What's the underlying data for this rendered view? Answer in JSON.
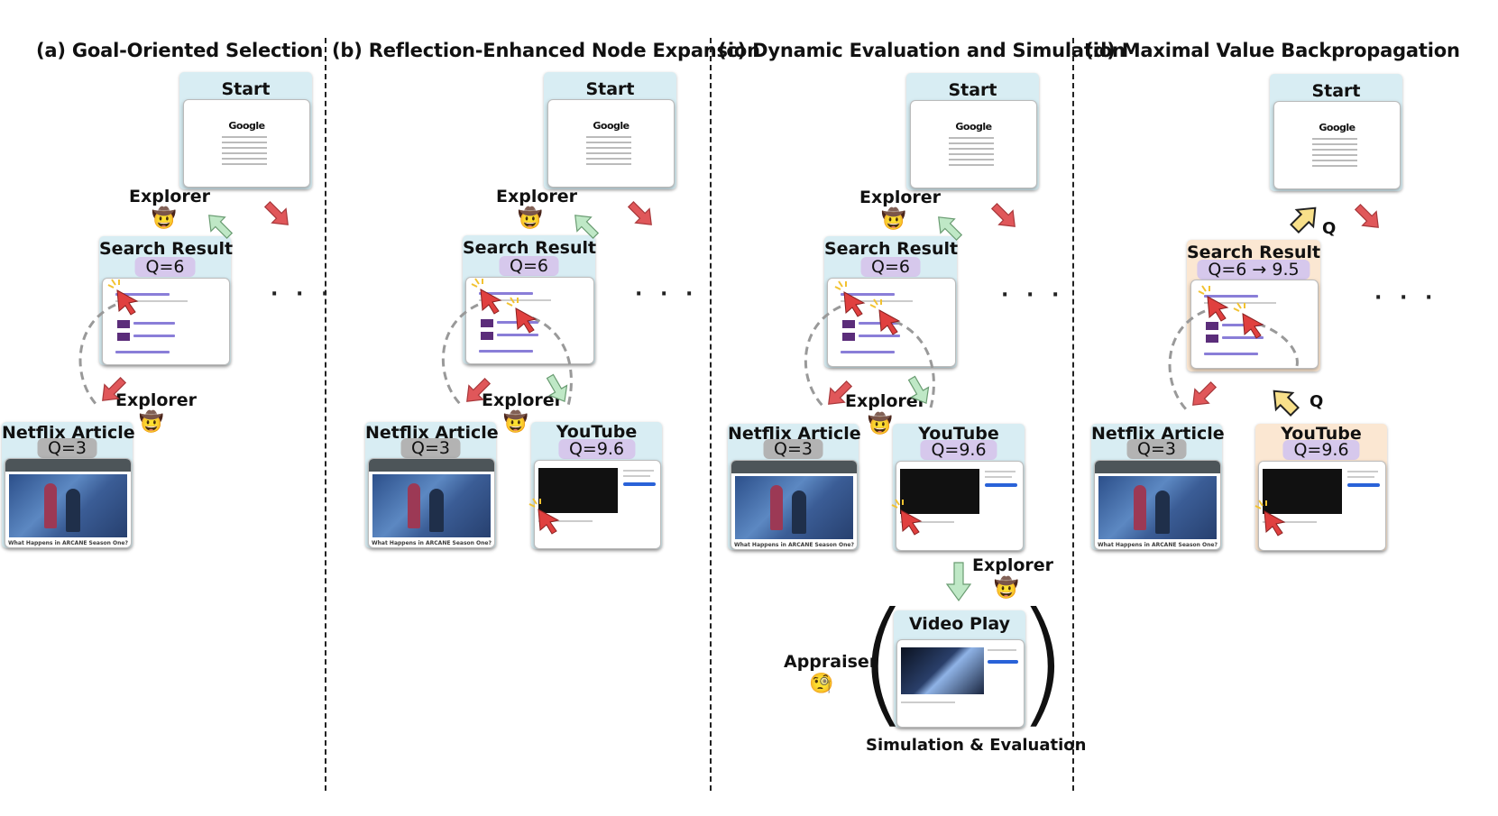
{
  "panels": [
    {
      "title": "(a) Goal-Oriented Selection"
    },
    {
      "title": "(b) Reflection-Enhanced Node Expansion"
    },
    {
      "title": "(c) Dynamic Evaluation and Simulation"
    },
    {
      "title": "(d) Maximal Value Backpropagation"
    }
  ],
  "nodes": {
    "start": "Start",
    "search_result": "Search Result",
    "netflix_article": "Netflix Article",
    "youtube": "YouTube",
    "video_play": "Video Play"
  },
  "q_values": {
    "search": "Q=6",
    "search_updated": "Q=6 → 9.5",
    "netflix": "Q=3",
    "youtube": "Q=9.6"
  },
  "agents": {
    "explorer": "Explorer",
    "appraiser": "Appraiser"
  },
  "screenshots": {
    "google_logo": "Google",
    "netflix_caption": "What Happens in ARCANE Season One? Let's Recap This League of Legends Saga"
  },
  "captions": {
    "simulation": "Simulation & Evaluation",
    "backprop_q": "Q",
    "more": "· · ·"
  },
  "colors": {
    "node_blue": "#d8edf3",
    "node_orange": "#fbe7d2",
    "arrow_green": "#bfe8c6",
    "arrow_red": "#e0575a",
    "arrow_yellow": "#f8e08a"
  },
  "icons": {
    "explorer": "cowboy-face-icon",
    "appraiser": "monocle-face-icon",
    "click": "cursor-click-icon"
  }
}
